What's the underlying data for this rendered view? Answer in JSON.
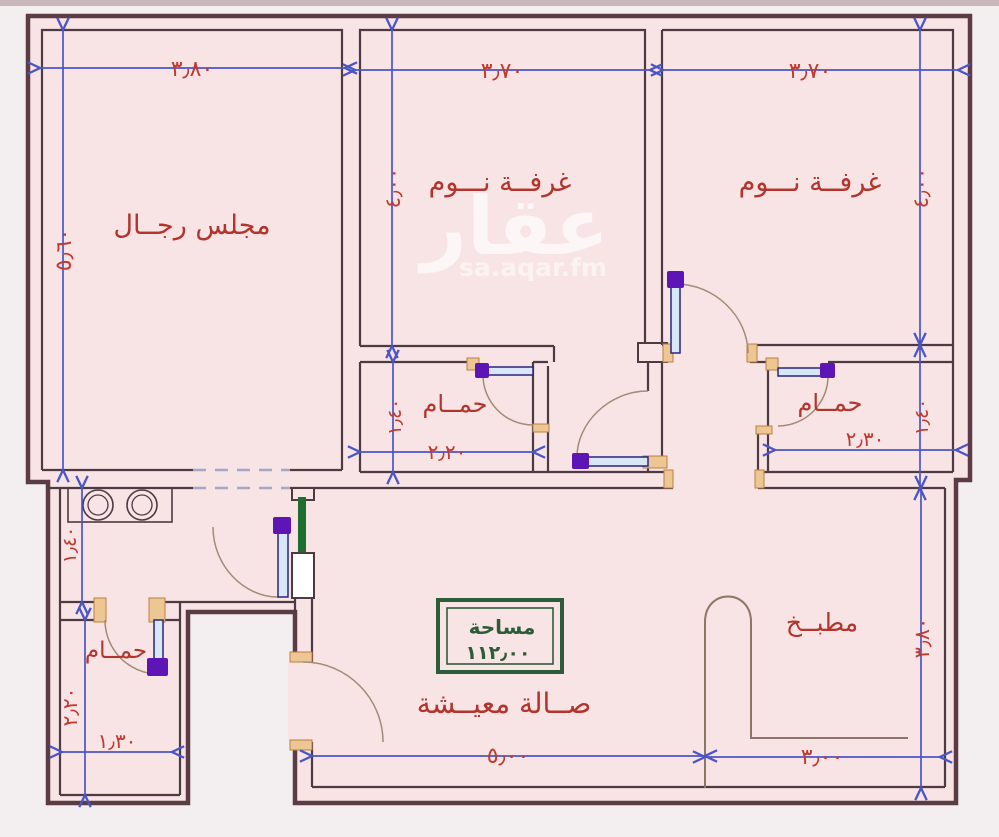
{
  "plan": {
    "watermark": {
      "name": "عقار",
      "site": "sa.aqar.fm"
    },
    "area_stamp": {
      "title": "مساحة",
      "value": "١١٢٫٠٠"
    },
    "rooms": {
      "majlis": "مجلس رجــال",
      "bedroom_mid": "غرفــة نـــوم",
      "bedroom_right": "غرفــة نـــوم",
      "bath_mid": "حمــام",
      "bath_right": "حمــام",
      "bath_bottom_left": "حمــام",
      "kitchen": "مطبــخ",
      "living": "صــالة معيــشة"
    },
    "dims": {
      "majlis_width": "٣٫٨٠",
      "bedroom_mid_width": "٣٫٧٠",
      "bedroom_right_width": "٣٫٧٠",
      "majlis_height": "٥٫٦٠",
      "bedroom_mid_height": "٤٫٠٠",
      "bedroom_right_height": "٤٫٠٠",
      "bath_mid_height": "١٫٤٠",
      "bath_mid_width": "٢٫٢٠",
      "bath_right_height": "١٫٤٠",
      "bath_right_width": "٢٫٣٠",
      "hall_height": "١٫٤٠",
      "bath_bl_height": "٢٫٢٠",
      "bath_bl_width": "١٫٣٠",
      "living_width": "٥٫٠٠",
      "kitchen_width": "٣٫٠٠",
      "kitchen_height": "٣٫٨٠"
    },
    "colors": {
      "plan_fill": "#f8e4e4",
      "outer_wall": "#5b3c44",
      "inner_wall": "#4d3a42",
      "dimension_blue": "#4a55c8",
      "label_red": "#b2342c",
      "stamp_green": "#2d5c39",
      "door_green": "#1e6e2f",
      "door_leaf": "#d9e6f8",
      "door_hinge_purple": "#5d16b5",
      "jamb_orange": "#ecc693"
    }
  }
}
